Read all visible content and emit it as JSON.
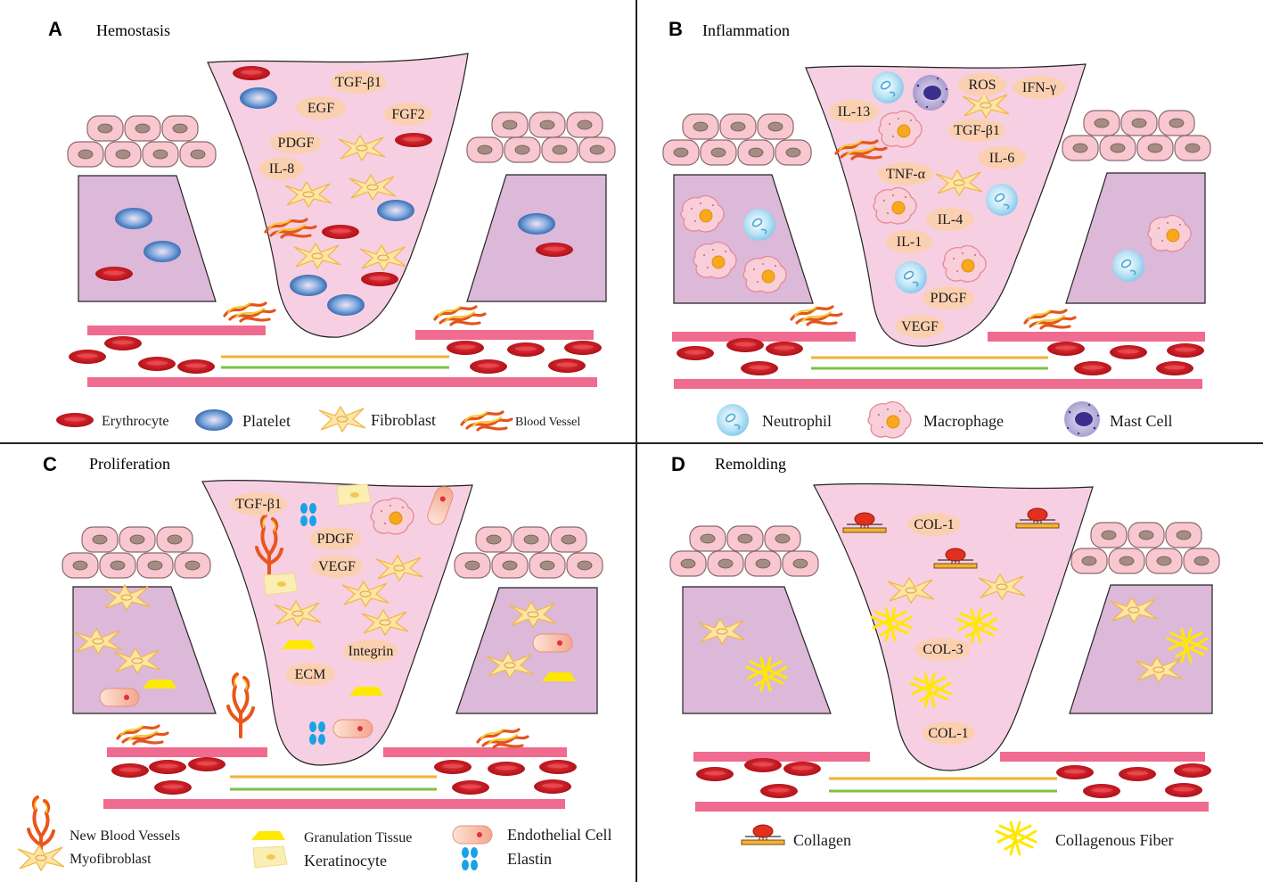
{
  "colors": {
    "wound": "#f7cfe3",
    "dermis": "#dcb8d9",
    "cell": "#f8c7cf",
    "nucleus": "#a48c83",
    "vessel_wall": "#ef6b8f",
    "erythrocyte": "#c8141c",
    "platelet": "#3f7fc4",
    "fibroblast": "#fdd77a",
    "label_bg": "#fbd0b1",
    "collagen_fiber": "#ffee00",
    "granulation": "#ffee00",
    "elastin": "#1aa2e6",
    "line_orange": "#f2b233",
    "line_green": "#7cc142"
  },
  "panels": [
    {
      "letter": "A",
      "title": "Hemostasis",
      "labels": [
        "TGF-β1",
        "EGF",
        "FGF2",
        "PDGF",
        "IL-8"
      ],
      "legend": [
        "Erythrocyte",
        "Platelet",
        "Fibroblast",
        "Blood Vessel"
      ]
    },
    {
      "letter": "B",
      "title": "Inflammation",
      "labels": [
        "ROS",
        "IFN-γ",
        "IL-13",
        "TGF-β1",
        "IL-6",
        "TNF-α",
        "IL-4",
        "IL-1",
        "PDGF",
        "VEGF"
      ],
      "legend": [
        "Neutrophil",
        "Macrophage",
        "Mast Cell"
      ]
    },
    {
      "letter": "C",
      "title": "Proliferation",
      "labels": [
        "TGF-β1",
        "PDGF",
        "VEGF",
        "Integrin",
        "ECM"
      ],
      "legend": [
        "New Blood Vessels",
        "Myofibroblast",
        "Granulation Tissue",
        "Keratinocyte",
        "Endothelial Cell",
        "Elastin"
      ]
    },
    {
      "letter": "D",
      "title": "Remolding",
      "labels": [
        "COL-1",
        "COL-3",
        "COL-1"
      ],
      "legend": [
        "Collagen",
        "Collagenous Fiber"
      ]
    }
  ]
}
